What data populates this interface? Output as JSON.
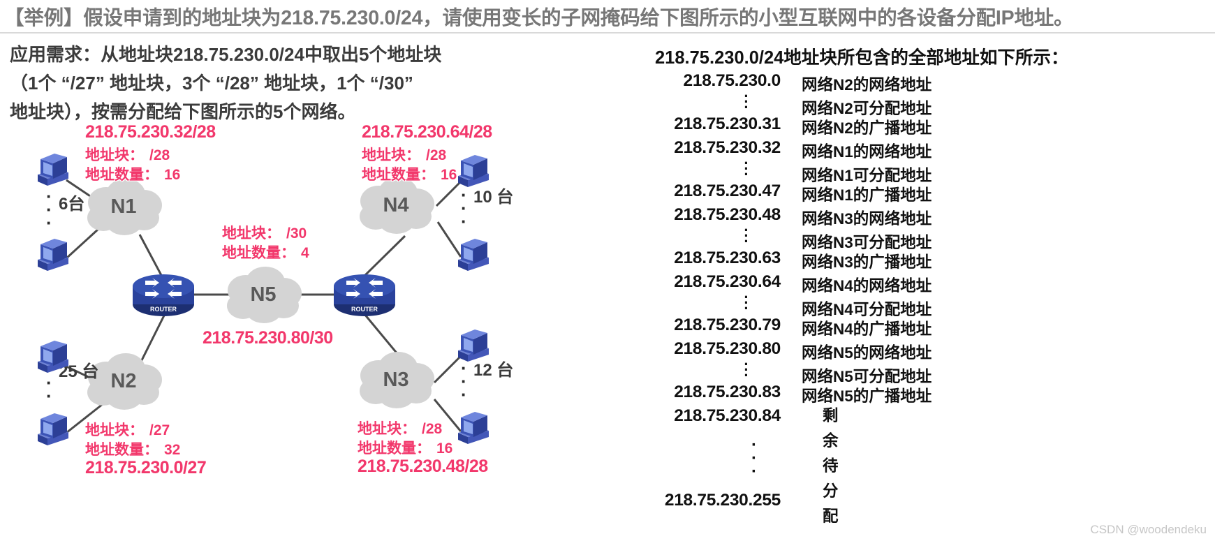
{
  "header": {
    "title": "【举例】假设申请到的地址块为218.75.230.0/24，请使用变长的子网掩码给下图所示的小型互联网中的各设备分配IP地址。"
  },
  "requirement": {
    "line1": "应用需求：从地址块218.75.230.0/24中取出5个地址块",
    "line2": "（1个 “/27” 地址块，3个 “/28” 地址块，1个 “/30”",
    "line3": "地址块），按需分配给下图所示的5个网络。"
  },
  "colors": {
    "accent_pink": "#f2376b",
    "cloud_gray": "#d4d4d4",
    "router_blue": "#2f4c9e",
    "title_gray": "#777777"
  },
  "diagram": {
    "networks": [
      {
        "id": "N1",
        "label": "N1",
        "block": "218.75.230.32/28",
        "prefix_label": "地址块：",
        "prefix_value": "/28",
        "count_label": "地址数量：",
        "count_value": "16",
        "hosts": "6台"
      },
      {
        "id": "N4",
        "label": "N4",
        "block": "218.75.230.64/28",
        "prefix_label": "地址块：",
        "prefix_value": "/28",
        "count_label": "地址数量：",
        "count_value": "16",
        "hosts_line1": "10",
        "hosts_line2": "台"
      },
      {
        "id": "N5",
        "label": "N5",
        "block": "218.75.230.80/30",
        "prefix_label": "地址块：",
        "prefix_value": "/30",
        "count_label": "地址数量：",
        "count_value": "4"
      },
      {
        "id": "N2",
        "label": "N2",
        "block": "218.75.230.0/27",
        "prefix_label": "地址块：",
        "prefix_value": "/27",
        "count_label": "地址数量：",
        "count_value": "32",
        "hosts_line1": "25",
        "hosts_line2": "台"
      },
      {
        "id": "N3",
        "label": "N3",
        "block": "218.75.230.48/28",
        "prefix_label": "地址块：",
        "prefix_value": "/28",
        "count_label": "地址数量：",
        "count_value": "16",
        "hosts_line1": "12",
        "hosts_line2": "台"
      }
    ],
    "router_label": "ROUTER"
  },
  "address_table": {
    "heading": "218.75.230.0/24地址块所包含的全部地址如下所示：",
    "rows": [
      {
        "ip": "218.75.230.0",
        "desc": "网络N2的网络地址",
        "dots": false
      },
      {
        "ip": "",
        "desc": "网络N2可分配地址",
        "dots": true
      },
      {
        "ip": "218.75.230.31",
        "desc": "网络N2的广播地址",
        "dots": false
      },
      {
        "ip": "218.75.230.32",
        "desc": "网络N1的网络地址",
        "dots": false
      },
      {
        "ip": "",
        "desc": "网络N1可分配地址",
        "dots": true
      },
      {
        "ip": "218.75.230.47",
        "desc": "网络N1的广播地址",
        "dots": false
      },
      {
        "ip": "218.75.230.48",
        "desc": "网络N3的网络地址",
        "dots": false
      },
      {
        "ip": "",
        "desc": "网络N3可分配地址",
        "dots": true
      },
      {
        "ip": "218.75.230.63",
        "desc": "网络N3的广播地址",
        "dots": false
      },
      {
        "ip": "218.75.230.64",
        "desc": "网络N4的网络地址",
        "dots": false
      },
      {
        "ip": "",
        "desc": "网络N4可分配地址",
        "dots": true
      },
      {
        "ip": "218.75.230.79",
        "desc": "网络N4的广播地址",
        "dots": false
      },
      {
        "ip": "218.75.230.80",
        "desc": "网络N5的网络地址",
        "dots": false
      },
      {
        "ip": "",
        "desc": "网络N5可分配地址",
        "dots": true
      },
      {
        "ip": "218.75.230.83",
        "desc": "网络N5的广播地址",
        "dots": false
      },
      {
        "ip": "218.75.230.84",
        "desc": "",
        "dots": false
      }
    ],
    "remaining_text": "剩余待分配",
    "last_address": "218.75.230.255"
  },
  "watermark": "CSDN @woodendeku"
}
